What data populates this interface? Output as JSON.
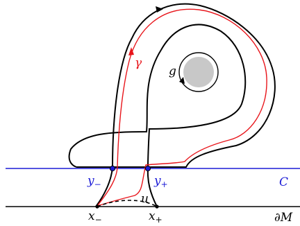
{
  "labels": {
    "gamma": "γ",
    "g": "g",
    "y_minus": "y",
    "y_minus_sub": "−",
    "y_plus": "y",
    "y_plus_sub": "+",
    "C": "C",
    "u": "u",
    "x_minus": "x",
    "x_minus_sub": "−",
    "x_plus": "x",
    "x_plus_sub": "+",
    "boundary": "∂M"
  },
  "colors": {
    "black": "#000000",
    "curve_red": "#e8151b",
    "line_blue": "#1a1ad6",
    "hole_fill": "#c8c8c8",
    "white": "#ffffff"
  }
}
